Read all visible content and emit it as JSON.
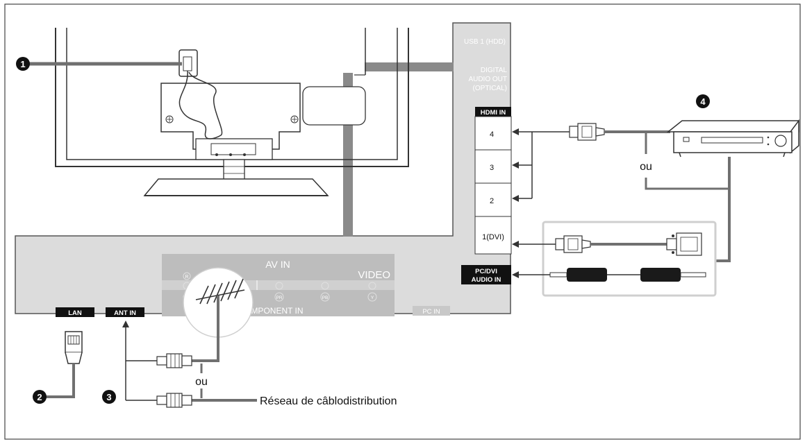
{
  "markers": {
    "m1": "1",
    "m2": "2",
    "m3": "3",
    "m4": "4"
  },
  "ports": {
    "usb": "USB 1 (HDD)",
    "optical_line1": "DIGITAL",
    "optical_line2": "AUDIO OUT",
    "optical_line3": "(OPTICAL)",
    "hdmi_in": "HDMI IN",
    "hdmi_4": "4",
    "hdmi_3": "3",
    "hdmi_2": "2",
    "hdmi_1": "1(DVI)",
    "pc_dvi_line1": "PC/DVI",
    "pc_dvi_line2": "AUDIO IN",
    "lan": "LAN",
    "ant_in": "ANT IN",
    "av_in": "AV IN",
    "video": "VIDEO",
    "component_in": "COMPONENT IN",
    "pc_in": "PC IN",
    "av_r": "R",
    "comp_pr": "PR",
    "comp_pb": "PB",
    "comp_y": "Y"
  },
  "labels": {
    "ou_top": "ou",
    "ou_bottom": "ou",
    "cable_network": "Réseau de câblodistribution"
  },
  "colors": {
    "wire": "#707070",
    "panel": "#dcdcdc",
    "av_panel": "#bdbdbd",
    "label_bg": "#111111",
    "frame": "#444444"
  }
}
